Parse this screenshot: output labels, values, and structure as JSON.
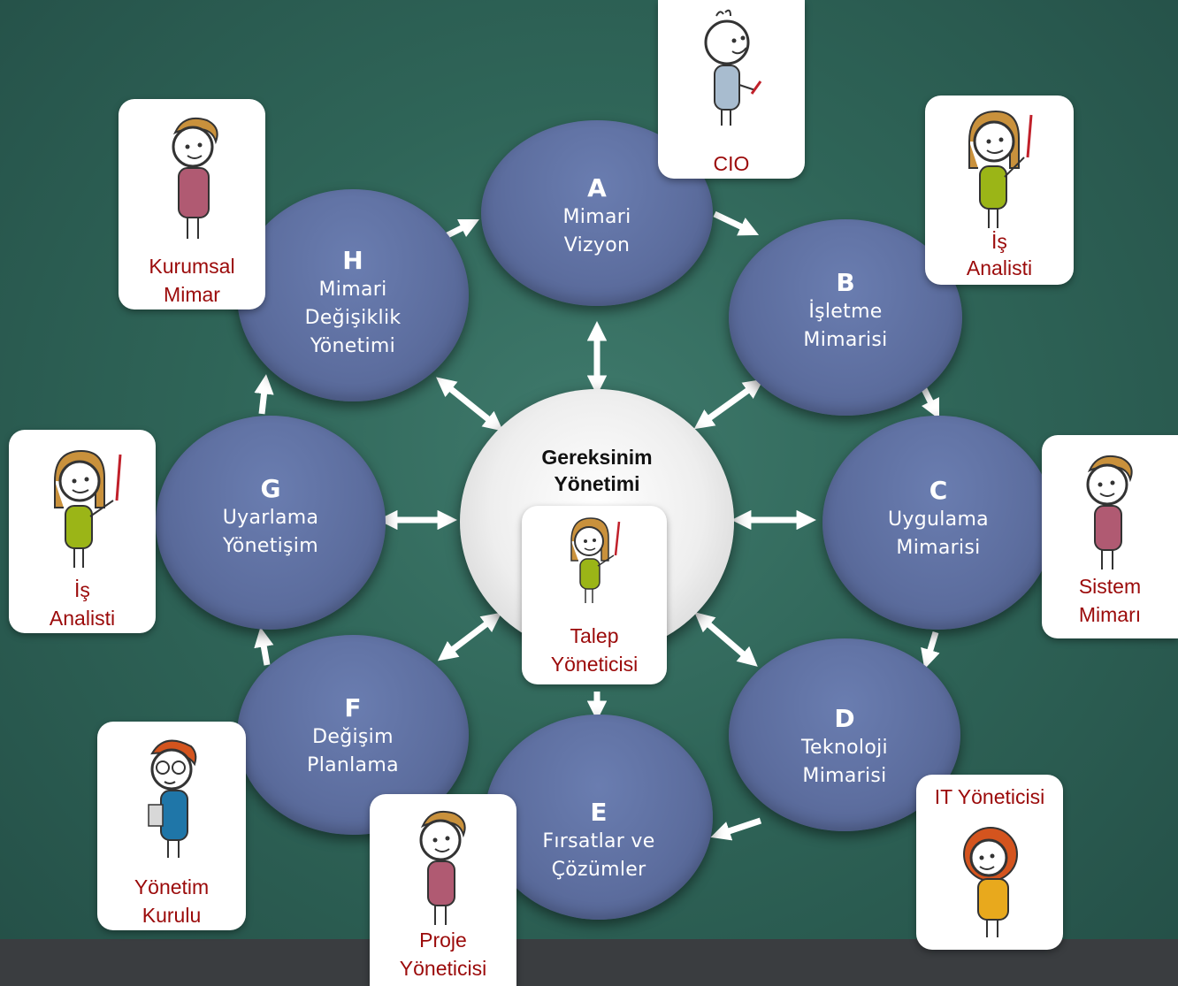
{
  "phases": [
    {
      "key": "A",
      "letter": "A",
      "line1": "Mimari",
      "line2": "Vizyon",
      "line3": ""
    },
    {
      "key": "B",
      "letter": "B",
      "line1": "İşletme",
      "line2": "Mimarisi",
      "line3": ""
    },
    {
      "key": "C",
      "letter": "C",
      "line1": "Uygulama",
      "line2": "Mimarisi",
      "line3": ""
    },
    {
      "key": "D",
      "letter": "D",
      "line1": "Teknoloji",
      "line2": "Mimarisi",
      "line3": ""
    },
    {
      "key": "E",
      "letter": "E",
      "line1": "Fırsatlar ve",
      "line2": "Çözümler",
      "line3": ""
    },
    {
      "key": "F",
      "letter": "F",
      "line1": "Değişim",
      "line2": "Planlama",
      "line3": ""
    },
    {
      "key": "G",
      "letter": "G",
      "line1": "Uyarlama",
      "line2": "Yönetişim",
      "line3": ""
    },
    {
      "key": "H",
      "letter": "H",
      "line1": "Mimari",
      "line2": "Değişiklik",
      "line3": "Yönetimi"
    }
  ],
  "center": {
    "line1": "Gereksinim",
    "line2": "Yönetimi"
  },
  "roles": {
    "cio": {
      "line1": "CIO",
      "line2": ""
    },
    "is_analisti_right": {
      "line1": "İş",
      "line2": "Analisti"
    },
    "sistem_mimari": {
      "line1": "Sistem",
      "line2": "Mimarı"
    },
    "it_yoneticisi": {
      "line1": "IT Yöneticisi",
      "line2": ""
    },
    "proje_yoneticisi": {
      "line1": "Proje",
      "line2": "Yöneticisi"
    },
    "yonetim_kurulu": {
      "line1": "Yönetim",
      "line2": "Kurulu"
    },
    "is_analisti_left": {
      "line1": "İş",
      "line2": "Analisti"
    },
    "kurumsal_mimar": {
      "line1": "Kurumsal",
      "line2": "Mimar"
    },
    "talep_yoneticisi": {
      "line1": "Talep",
      "line2": "Yöneticisi"
    }
  },
  "colors": {
    "background": "#2f6558",
    "phase_circle": "#5d6e9f",
    "role_text": "#9b0a0a",
    "arrow": "#ffffff"
  },
  "icons": {
    "figures": "stick-figure-person-icon"
  }
}
